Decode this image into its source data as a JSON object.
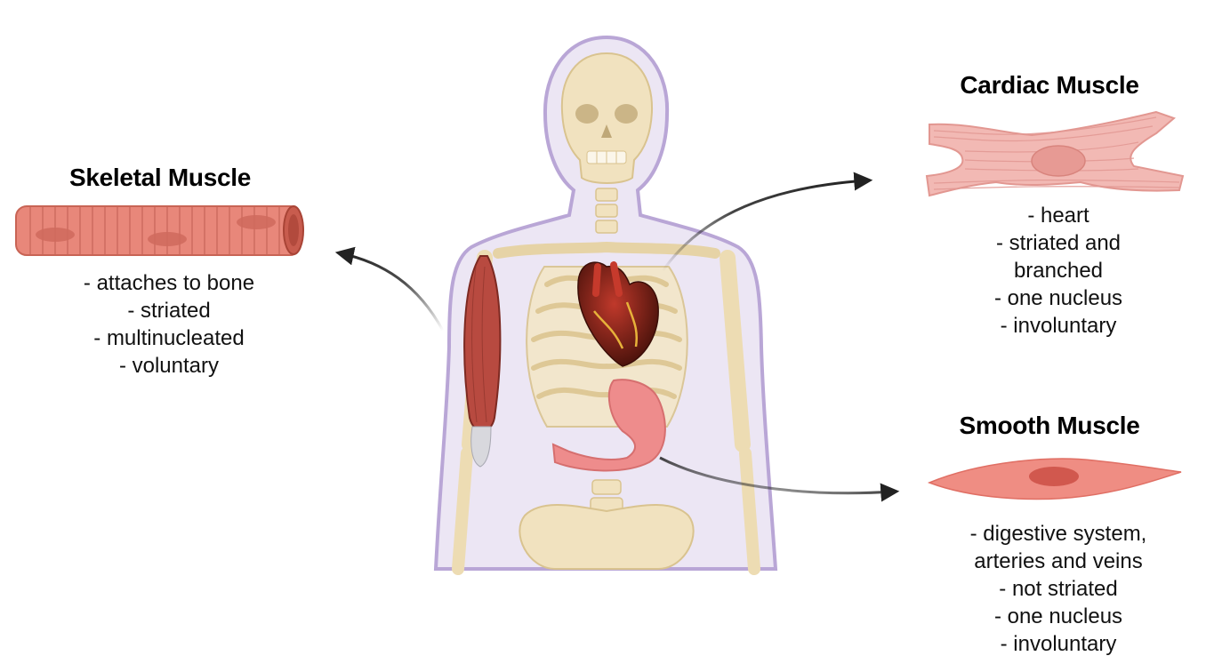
{
  "skeletal": {
    "title": "Skeletal Muscle",
    "features": [
      "- attaches to bone",
      "- striated",
      "- multinucleated",
      "- voluntary"
    ]
  },
  "cardiac": {
    "title": "Cardiac Muscle",
    "features": [
      "- heart",
      "- striated and",
      "branched",
      "- one nucleus",
      "- involuntary"
    ]
  },
  "smooth": {
    "title": "Smooth Muscle",
    "features": [
      "- digestive system,",
      "arteries and veins",
      "- not striated",
      "- one nucleus",
      "- involuntary"
    ]
  },
  "colors": {
    "body_outline": "#b9a6d6",
    "body_fill": "#ece6f4",
    "bone": "#f1e2bf",
    "bone_stroke": "#d9c38f",
    "muscle_pink": "#e8877a",
    "muscle_light": "#f2b9b4",
    "nucleus": "#d56b62",
    "heart": "#9a2a1f",
    "stomach": "#ee8c8c",
    "arrow": "#222222"
  }
}
